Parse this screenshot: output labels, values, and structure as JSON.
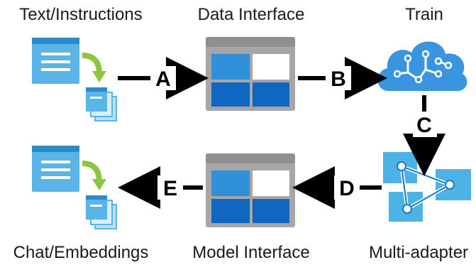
{
  "labels": {
    "top_left": "Text/Instructions",
    "top_center": "Data Interface",
    "top_right": "Train",
    "bottom_left": "Chat/Embeddings",
    "bottom_center": "Model Interface",
    "bottom_right": "Multi-adapter"
  },
  "arrows": {
    "a": "A",
    "b": "B",
    "c": "C",
    "d": "D",
    "e": "E"
  },
  "colors": {
    "doc_blue": "#5ab4e5",
    "doc_dark": "#2b8ccc",
    "green_arrow": "#8cc63e",
    "window_grey": "#8f8f8f",
    "window_frame": "#a6a6a6",
    "tile_blue": "#2f8fd8",
    "tile_dark": "#0f67c1",
    "brain_blue": "#3a95e0",
    "adapter_blue": "#4db3e6"
  }
}
